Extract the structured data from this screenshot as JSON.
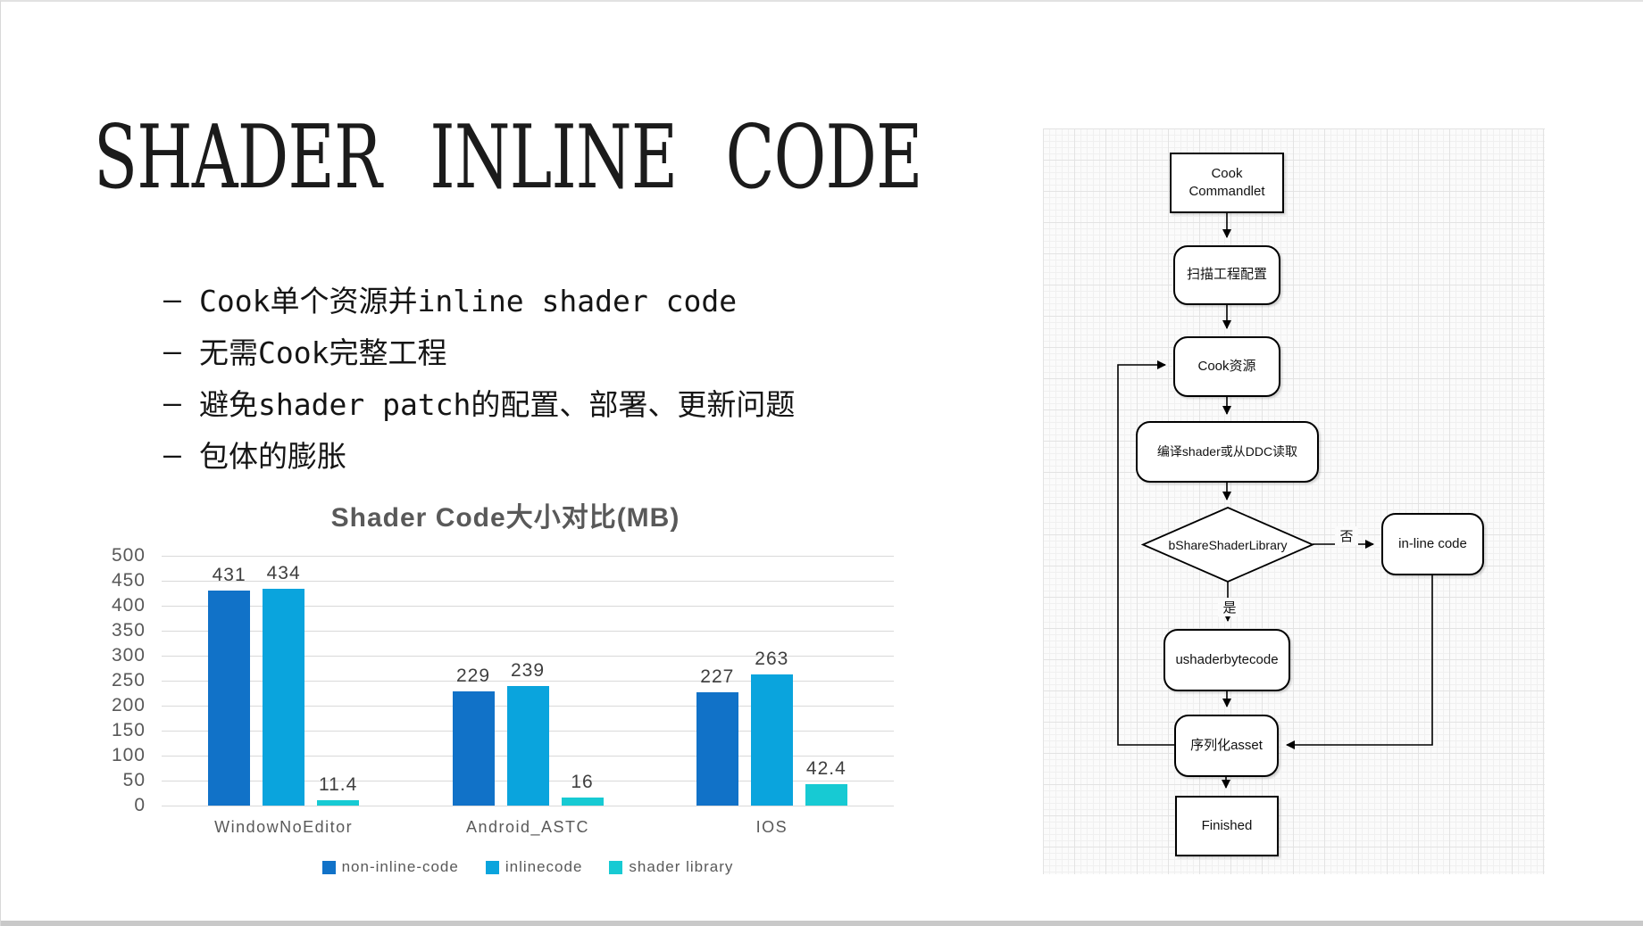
{
  "slide": {
    "title": "SHADER INLINE CODE",
    "bullet_marker": "–",
    "bullets": [
      "Cook单个资源并inline shader code",
      "无需Cook完整工程",
      "避免shader patch的配置、部署、更新问题",
      "包体的膨胀"
    ]
  },
  "chart_data": {
    "type": "bar",
    "title": "Shader Code大小对比(MB)",
    "categories": [
      "WindowNoEditor",
      "Android_ASTC",
      "IOS"
    ],
    "series": [
      {
        "name": "non-inline-code",
        "color": "#1172c8",
        "values": [
          431,
          229,
          227
        ]
      },
      {
        "name": "inlinecode",
        "color": "#0aa4dd",
        "values": [
          434,
          239,
          263
        ]
      },
      {
        "name": "shader library",
        "color": "#17cad3",
        "values": [
          11.4,
          16,
          42.4
        ]
      }
    ],
    "value_labels": [
      [
        "431",
        "229",
        "227"
      ],
      [
        "434",
        "239",
        "263"
      ],
      [
        "11.4",
        "16",
        "42.4"
      ]
    ],
    "xlabel": "",
    "ylabel": "",
    "ylim": [
      0,
      500
    ],
    "ytick_step": 50,
    "grid": true,
    "legend_position": "bottom",
    "tick_color": "#595959",
    "gridline_color": "#d9d9d9"
  },
  "flowchart": {
    "cook_commandlet": "Cook\nCommandlet",
    "scan_config": "扫描工程配置",
    "cook_resource": "Cook资源",
    "compile_shader": "编译shader或从DDC读取",
    "decision": "bShareShaderLibrary",
    "inline_code": "in-line code",
    "ushaderbytecode": "ushaderbytecode",
    "serialize_asset": "序列化asset",
    "finished": "Finished",
    "label_yes": "是",
    "label_no": "否"
  }
}
